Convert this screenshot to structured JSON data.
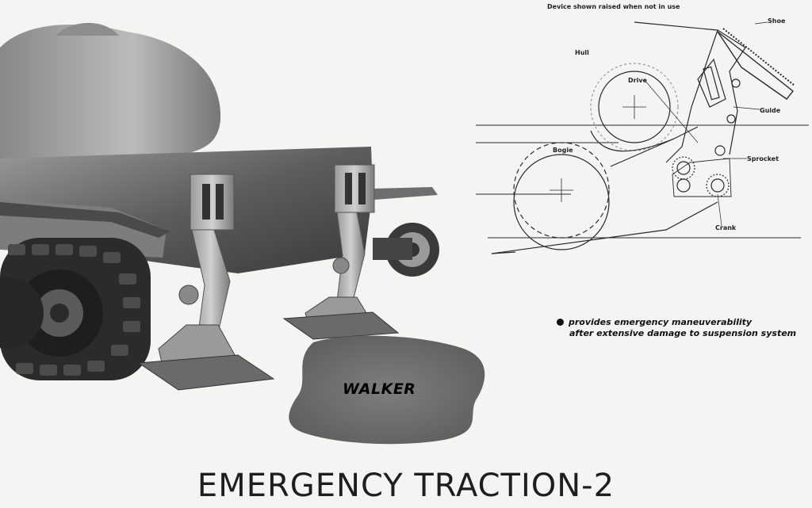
{
  "title": "EMERGENCY TRACTION-2",
  "walker_label": "WALKER",
  "caption": {
    "line1": "provides emergency maneuverability",
    "line2": "after extensive damage to suspension system"
  },
  "diagram": {
    "note": "Device shown raised when not in use",
    "labels": {
      "hull": "Hull",
      "drive": "Drive",
      "bogie": "Bogie",
      "shoe": "Shoe",
      "guide": "Guide",
      "sprocket": "Sprocket",
      "crank": "Crank"
    }
  },
  "colors": {
    "background": "#f4f4f2",
    "illustration": "#6a6a6a",
    "ink": "#1e1e1e"
  }
}
